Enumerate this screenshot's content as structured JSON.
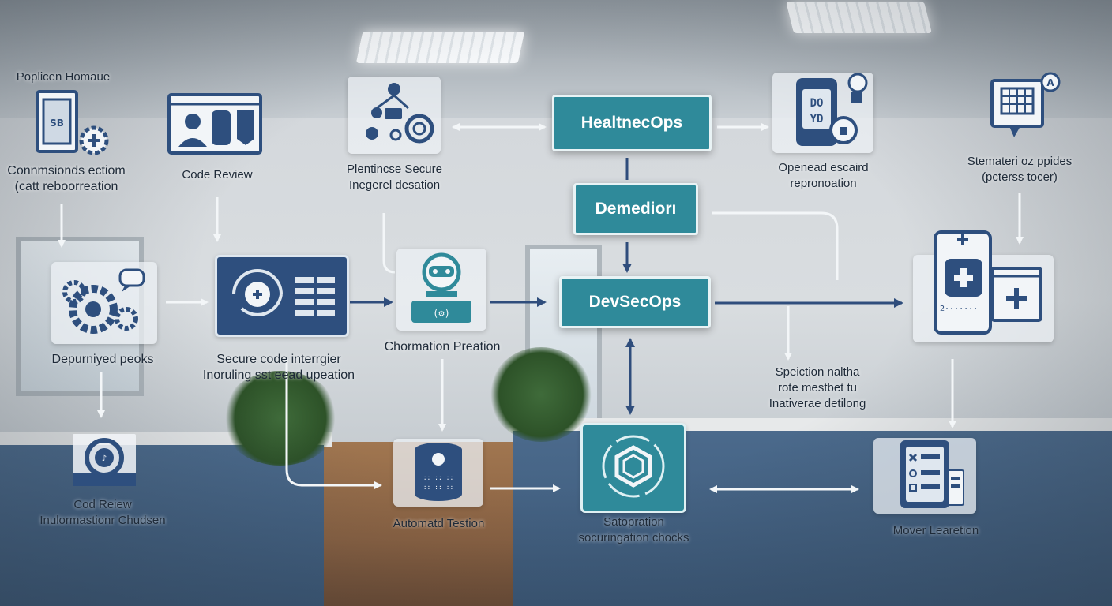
{
  "colors": {
    "teal": "#2f8a9a",
    "navy": "#2e4f7e",
    "arrow_navy": "#2f4d7c",
    "arrow_light": "#f3f6f8",
    "tile": "#ecf0f4"
  },
  "nodes": {
    "healtnec": "HealtnecOps",
    "demedior": "Demediorı",
    "devsecops": "DevSecOps"
  },
  "labels": {
    "poplicen": "Poplicen Homaue",
    "commissions": [
      "Connmsionds ectiom",
      "(catt reboorreation"
    ],
    "code_review": "Code Review",
    "plentincse": [
      "Plentincse Secure",
      "Inegerel desation"
    ],
    "openead": [
      "Openead escaird",
      "repronoation"
    ],
    "stemateri": [
      "Stemateri oz ppides",
      "(pcterss tocer)"
    ],
    "depuriyed": "Depurniyed peoks",
    "secure_code": [
      "Secure code interrgier",
      "Inoruling sst eead upeation"
    ],
    "chormation": "Chormation Preation",
    "speiction": [
      "Speiction naltha",
      "rote mestbet tu",
      "Inativerae detilong"
    ],
    "cod_review": [
      "Cod Reiew",
      "Inulormastionr Chudsen"
    ],
    "automatd": "Automatd Testion",
    "satopration": [
      "Satopration",
      "socuringation chocks"
    ],
    "mover": "Mover Learetion"
  },
  "icons": {
    "doc_gear": "document-gear-icon",
    "browser_user_db": "browser-user-database-icon",
    "people_network": "people-network-gear-icon",
    "phone_lock": "phone-lock-icon",
    "monitor_grid": "monitor-grid-icon",
    "gears_chat": "gears-chat-icon",
    "cycle_medical": "cycle-medical-list-icon",
    "robot": "robot-icon",
    "medical_devices": "medical-devices-icon",
    "refresh_code": "refresh-code-icon",
    "database": "database-icon",
    "cycle_hexagon": "cycle-hexagon-icon",
    "checklist_device": "checklist-device-icon"
  }
}
